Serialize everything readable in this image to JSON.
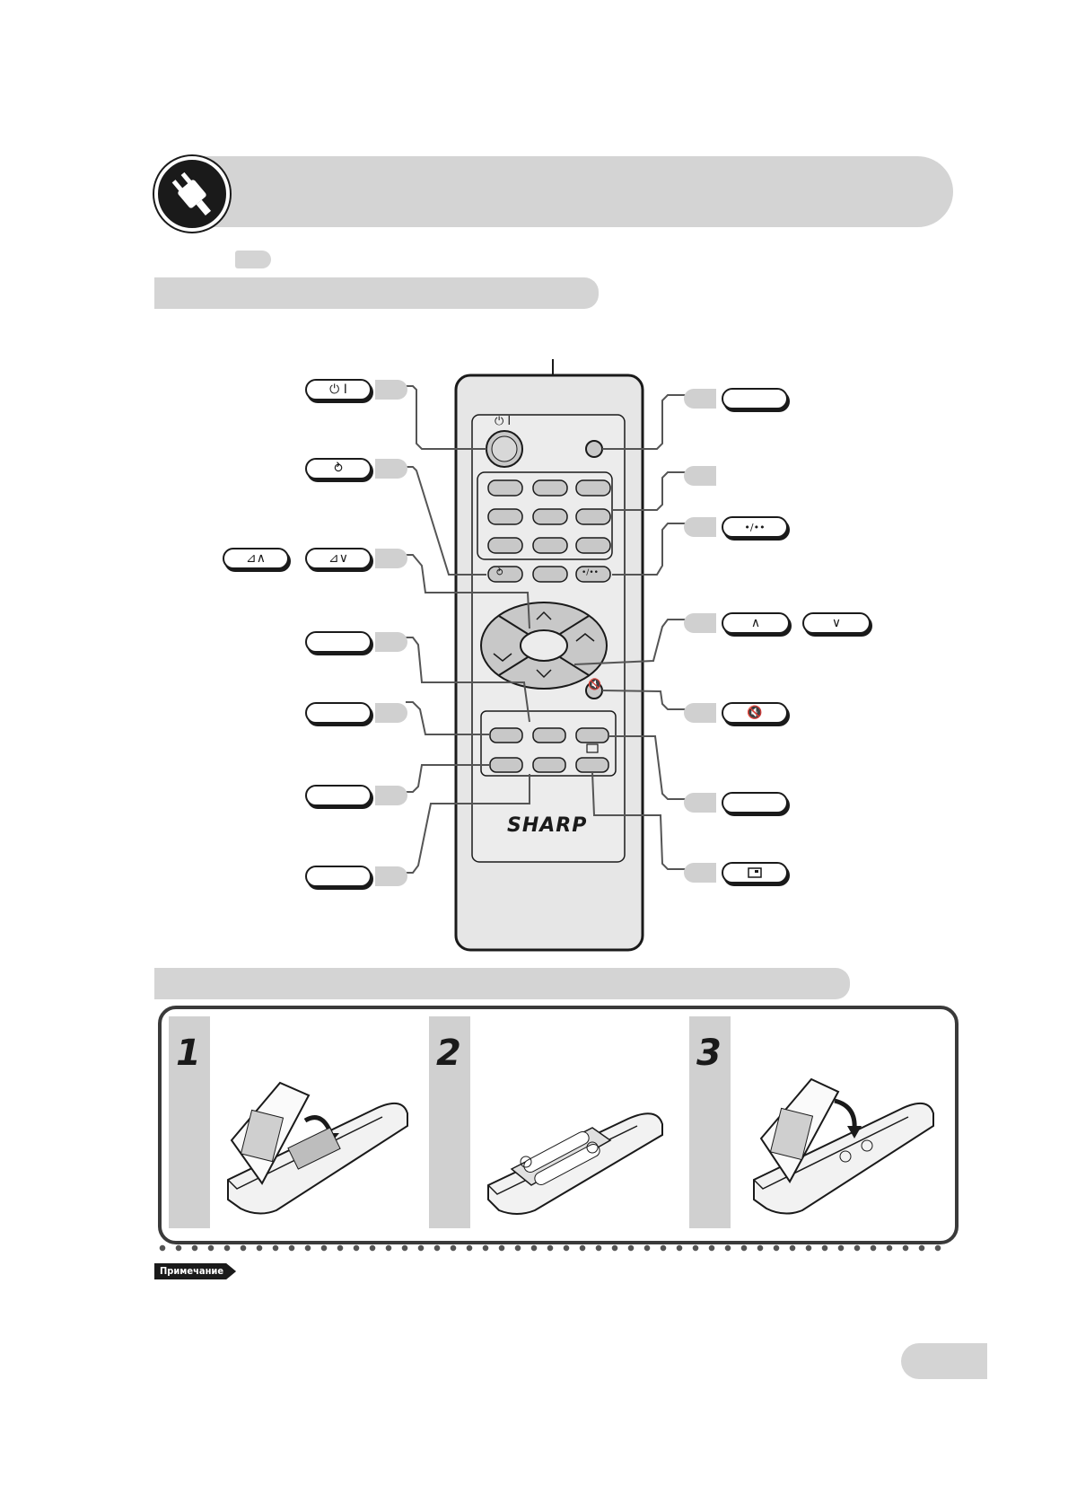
{
  "remote": {
    "brand": "SHARP",
    "power_symbol": "⏻ I",
    "flashback_symbol": "⥁",
    "display_symbol": "•/••",
    "vol_up_symbol": "⊿∧",
    "vol_down_symbol": "⊿∨",
    "ch_up_symbol": "∧",
    "ch_down_symbol": "∨",
    "mute_icon": "mute-icon",
    "picture_icon": "screen-icon"
  },
  "steps": [
    "1",
    "2",
    "3"
  ],
  "note_label": "Примечание",
  "colors": {
    "grey": "#d4d4d4",
    "ink": "#1a1a1a",
    "remote_body": "#e6e6e6"
  }
}
